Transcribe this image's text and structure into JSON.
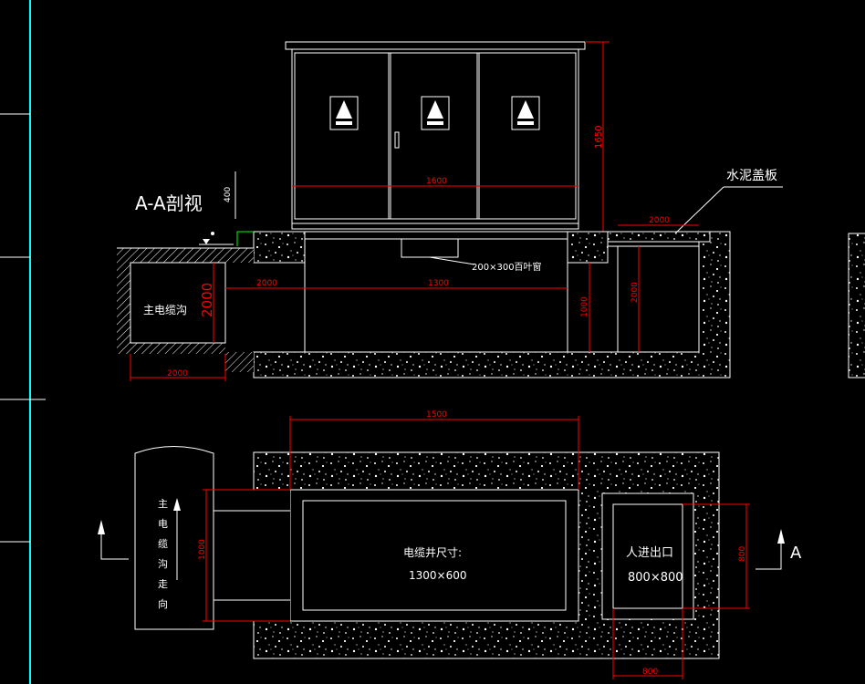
{
  "section_view": {
    "title": "A-A剖视",
    "dim_400": "400",
    "dim_1650": "1650",
    "dim_1600": "1600",
    "dim_2000_cover": "2000",
    "cover_label": "水泥盖板",
    "louver_label": "200×300百叶窗",
    "trench_label": "主电缆沟",
    "trench_height": "2000",
    "dim_2000_left": "2000",
    "dim_1300": "1300",
    "dim_1000": "1000",
    "dim_2000_right": "2000",
    "dim_2000_bottom": "2000"
  },
  "plan_view": {
    "dim_1500": "1500",
    "dim_1000": "1000",
    "trench_direction": [
      "主",
      "电",
      "缆",
      "沟",
      "走",
      "向"
    ],
    "well_title": "电缆井尺寸:",
    "well_size": "1300×600",
    "manhole_title": "人进出口",
    "manhole_size": "800×800",
    "dim_800_right": "800",
    "dim_800_bottom": "800",
    "section_marker": "A"
  },
  "colors": {
    "background": "#000000",
    "lines": "#ffffff",
    "dimensions": "#ff0000",
    "frame": "#00ffff",
    "ground": "#00ff00"
  }
}
